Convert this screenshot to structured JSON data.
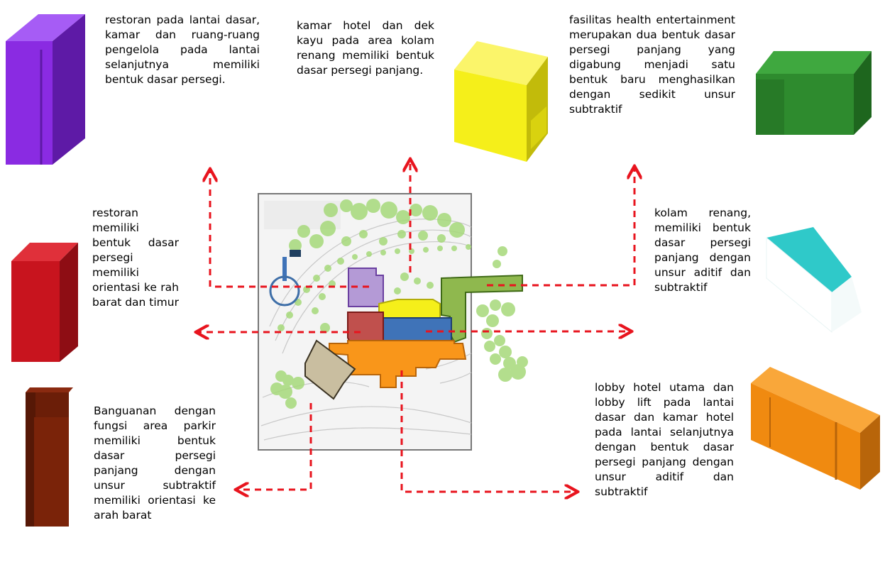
{
  "captions": {
    "purple": "restoran pada lantai dasar, kamar dan ruang-ruang pengelola pada lantai selanjutnya memiliki bentuk dasar persegi.",
    "yellow": "kamar hotel dan dek kayu pada area kolam renang memiliki bentuk dasar persegi panjang.",
    "green": "fasilitas health entertainment merupakan dua bentuk dasar persegi panjang yang digabung menjadi satu bentuk baru menghasilkan dengan sedikit unsur subtraktif",
    "red": "restoran memiliki bentuk dasar persegi memiliki orientasi ke rah barat dan timur",
    "cyan": "kolam renang, memiliki bentuk dasar persegi panjang dengan unsur aditif dan subtraktif",
    "brown": "Banguanan dengan fungsi area parkir memiliki bentuk dasar persegi panjang dengan unsur subtraktif memiliki orientasi ke arah barat",
    "orange": "lobby hotel utama dan lobby lift pada lantai dasar dan kamar hotel pada lantai selanjutnya dengan bentuk dasar persegi panjang dengan unsur aditif dan subtraktif"
  },
  "colors": {
    "purple": "#8a2be2",
    "yellow": "#f5ef1a",
    "green": "#2e8b2e",
    "red": "#c8141e",
    "cyan": "#2fc9c9",
    "brown": "#6b1e08",
    "orange": "#f08a10",
    "arrow": "#e8141e",
    "tree": "#a6d97a"
  }
}
